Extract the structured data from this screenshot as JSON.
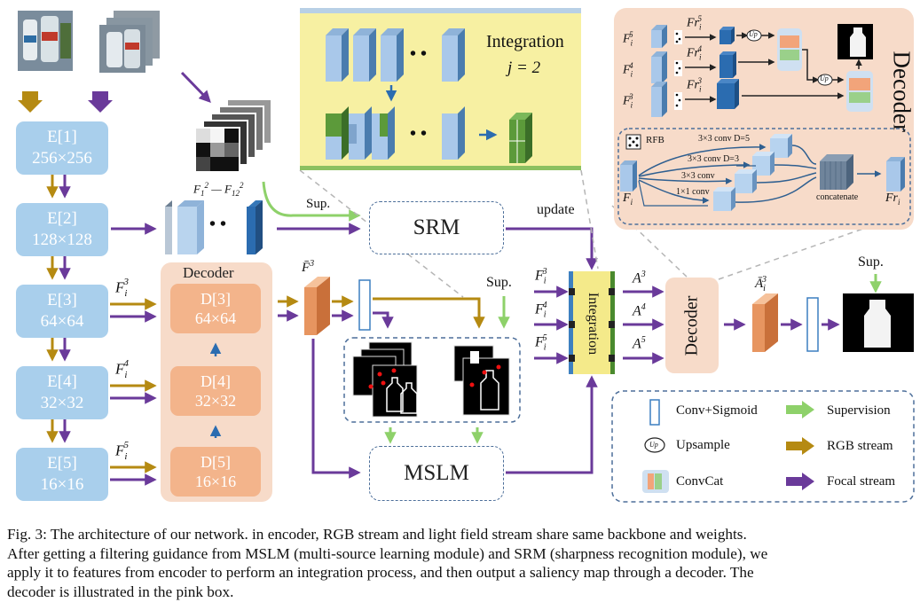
{
  "figure": {
    "encoder_blocks": [
      {
        "name": "E[1]",
        "size": "256×256"
      },
      {
        "name": "E[2]",
        "size": "128×128"
      },
      {
        "name": "E[3]",
        "size": "64×64"
      },
      {
        "name": "E[4]",
        "size": "32×32"
      },
      {
        "name": "E[5]",
        "size": "16×16"
      }
    ],
    "decoder_group_title": "Decoder",
    "decoder_blocks": [
      {
        "name": "D[3]",
        "size": "64×64"
      },
      {
        "name": "D[4]",
        "size": "32×32"
      },
      {
        "name": "D[5]",
        "size": "16×16"
      }
    ],
    "feature_labels": {
      "fi3": "F",
      "fi3_sup": "3",
      "fi4_sup": "4",
      "fi5_sup": "5",
      "sub_i": "i",
      "focal_range": "F",
      "focal_range_a": "1",
      "focal_range_b": "12",
      "focal_range_sup": "2",
      "focal_range_dash": "—",
      "fbar3": "F̄",
      "a_sym": "A",
      "abar": "Ā",
      "dots": "• •"
    },
    "integration_panel": {
      "title": "Integration",
      "j_label": "j = 2"
    },
    "modules": {
      "srm": "SRM",
      "mslm": "MSLM",
      "integration": "Integration",
      "decoder": "Decoder"
    },
    "annotations": {
      "sup": "Sup.",
      "update": "update"
    },
    "decoder_detail": {
      "title": "Decoder",
      "fr_label": "Fr",
      "up_label": "Up",
      "rfb": "RFB",
      "conv_3x3_d5": "3×3 conv D=5",
      "conv_3x3_d3": "3×3 conv D=3",
      "conv_3x3": "3×3 conv",
      "conv_1x1": "1×1 conv",
      "concatenate": "concatenate"
    },
    "legend": {
      "conv_sigmoid": "Conv+Sigmoid",
      "upsample": "Upsample",
      "convcat": "ConvCat",
      "supervision": "Supervision",
      "rgb_stream": "RGB stream",
      "focal_stream": "Focal stream"
    },
    "colors": {
      "rgb_arrow": "#b58a12",
      "focal_arrow": "#6a3a9a",
      "sup_arrow": "#8ed16a",
      "encoder": "#a9cfec",
      "decoder": "#f3b48b",
      "pink_panel": "#f7dbc9",
      "yellow_panel": "#f7f0a2"
    }
  },
  "caption": {
    "line1": "Fig. 3: The architecture of our network. in encoder, RGB stream and light field stream share same backbone and weights.",
    "line2": "After getting a filtering guidance from MSLM (multi-source learning module) and SRM (sharpness recognition module), we",
    "line3": "apply it to features from encoder to perform an integration process, and then output a saliency map through a decoder. The",
    "line4": "decoder is illustrated in the pink box."
  }
}
